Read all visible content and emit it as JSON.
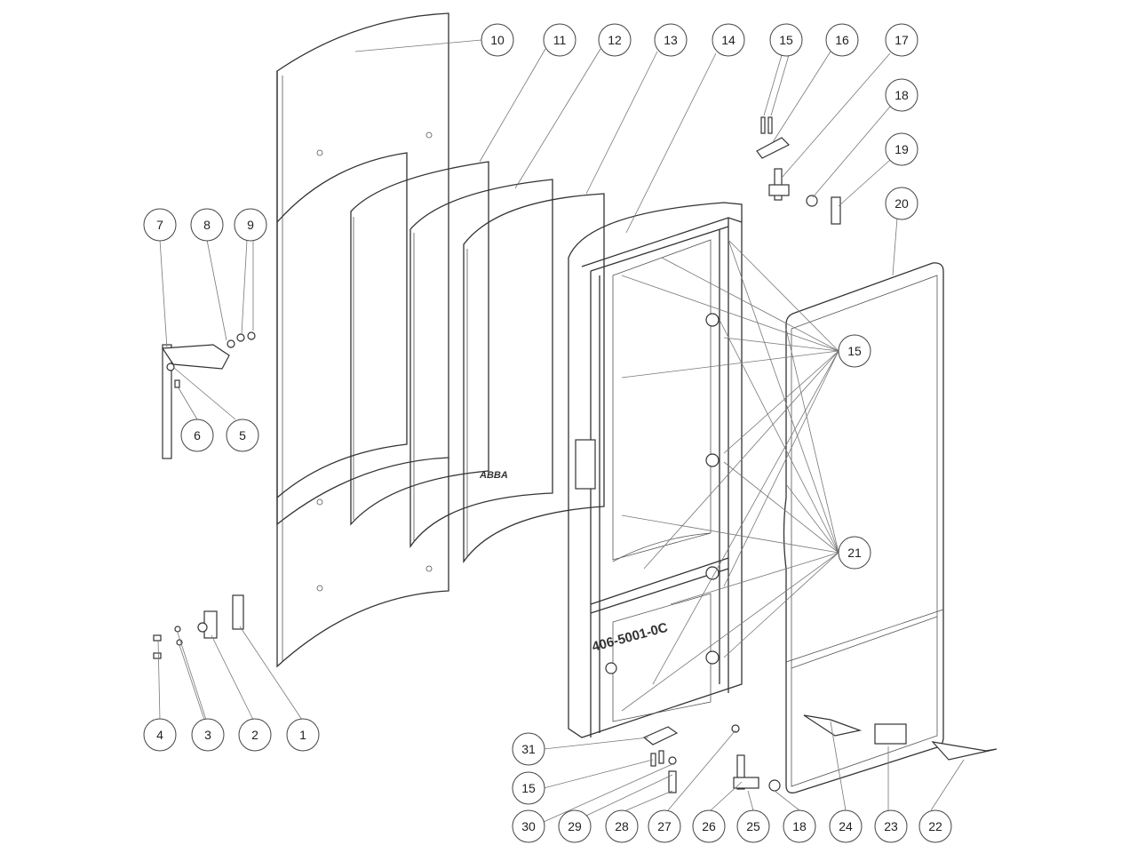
{
  "diagram": {
    "type": "exploded-parts-view",
    "part_code_marking": "406-5001-0C",
    "logo_text": "ABBA",
    "callouts": [
      "10",
      "11",
      "12",
      "13",
      "14",
      "15",
      "16",
      "17",
      "18",
      "19",
      "20",
      "15",
      "21",
      "7",
      "8",
      "9",
      "6",
      "5",
      "4",
      "3",
      "2",
      "1",
      "31",
      "15",
      "30",
      "29",
      "28",
      "27",
      "26",
      "25",
      "18",
      "24",
      "23",
      "22"
    ]
  }
}
